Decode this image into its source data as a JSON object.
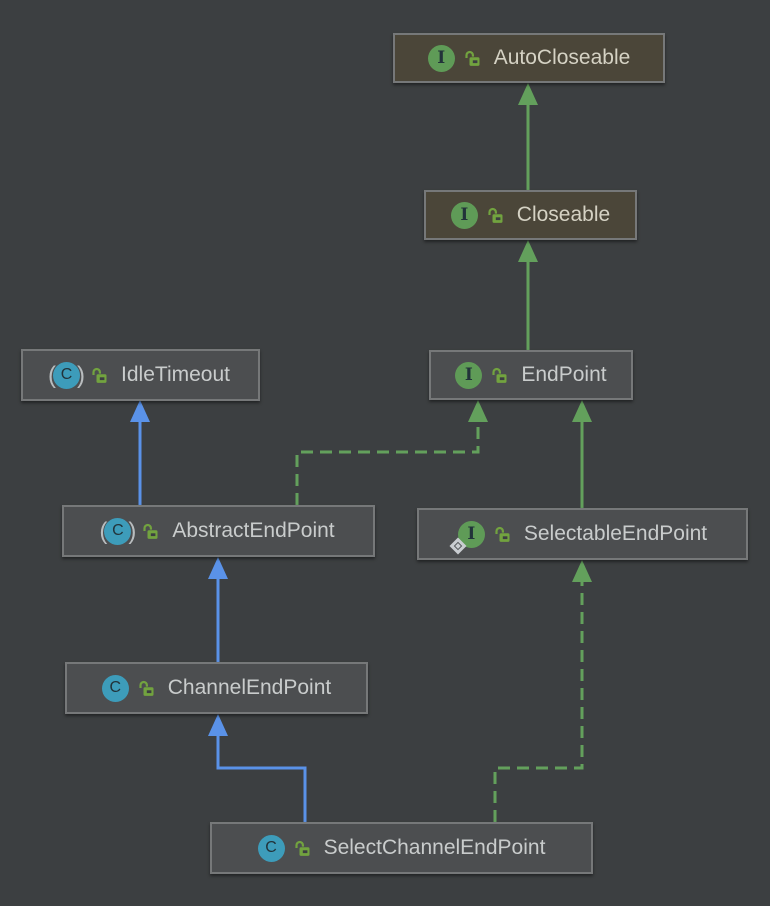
{
  "diagram": {
    "type": "uml-class-hierarchy",
    "nodes": [
      {
        "id": "autocloseable",
        "label": "AutoCloseable",
        "kind": "interface",
        "icon": "interface-icon",
        "visibility_icon": "unlocked-lock-icon",
        "library": true
      },
      {
        "id": "closeable",
        "label": "Closeable",
        "kind": "interface",
        "icon": "interface-icon",
        "visibility_icon": "unlocked-lock-icon",
        "library": true
      },
      {
        "id": "endpoint",
        "label": "EndPoint",
        "kind": "interface",
        "icon": "interface-icon",
        "visibility_icon": "unlocked-lock-icon",
        "library": false
      },
      {
        "id": "idletimeout",
        "label": "IdleTimeout",
        "kind": "abstract-class",
        "icon": "abstract-class-icon",
        "visibility_icon": "unlocked-lock-icon",
        "library": false
      },
      {
        "id": "abstractendpoint",
        "label": "AbstractEndPoint",
        "kind": "abstract-class",
        "icon": "abstract-class-icon",
        "visibility_icon": "unlocked-lock-icon",
        "library": false
      },
      {
        "id": "selectableendpoint",
        "label": "SelectableEndPoint",
        "kind": "interface",
        "icon": "interface-icon",
        "static_badge": true,
        "visibility_icon": "unlocked-lock-icon",
        "library": false
      },
      {
        "id": "channelendpoint",
        "label": "ChannelEndPoint",
        "kind": "class",
        "icon": "class-icon",
        "visibility_icon": "unlocked-lock-icon",
        "library": false
      },
      {
        "id": "selectchannelendpoint",
        "label": "SelectChannelEndPoint",
        "kind": "class",
        "icon": "class-icon",
        "visibility_icon": "unlocked-lock-icon",
        "library": false
      }
    ],
    "edges": [
      {
        "from": "Closeable",
        "to": "AutoCloseable",
        "relation": "extends",
        "style": "solid",
        "color": "#63a05c"
      },
      {
        "from": "EndPoint",
        "to": "Closeable",
        "relation": "extends",
        "style": "solid",
        "color": "#63a05c"
      },
      {
        "from": "AbstractEndPoint",
        "to": "IdleTimeout",
        "relation": "extends",
        "style": "solid",
        "color": "#5a92e8"
      },
      {
        "from": "AbstractEndPoint",
        "to": "EndPoint",
        "relation": "implements",
        "style": "dashed",
        "color": "#63a05c"
      },
      {
        "from": "SelectableEndPoint",
        "to": "EndPoint",
        "relation": "extends",
        "style": "solid",
        "color": "#63a05c"
      },
      {
        "from": "ChannelEndPoint",
        "to": "AbstractEndPoint",
        "relation": "extends",
        "style": "solid",
        "color": "#5a92e8"
      },
      {
        "from": "SelectChannelEndPoint",
        "to": "ChannelEndPoint",
        "relation": "extends",
        "style": "solid",
        "color": "#5a92e8"
      },
      {
        "from": "SelectChannelEndPoint",
        "to": "SelectableEndPoint",
        "relation": "implements",
        "style": "dashed",
        "color": "#63a05c"
      }
    ],
    "icon_glyphs": {
      "interface": "I",
      "class": "C",
      "abstract_open_paren": "(",
      "abstract_close_paren": ")"
    }
  },
  "colors": {
    "background": "#3c3f41",
    "node_fill": "#4c4e50",
    "node_fill_library": "#4b4639",
    "node_border": "#767879",
    "label_text": "#c9cccc",
    "label_text_library": "#d5d2c4",
    "edge_green": "#63a05c",
    "edge_blue": "#5a92e8",
    "icon_teal": "#3d9cba",
    "icon_green": "#5f9b57",
    "lock_green": "#72a33f"
  }
}
